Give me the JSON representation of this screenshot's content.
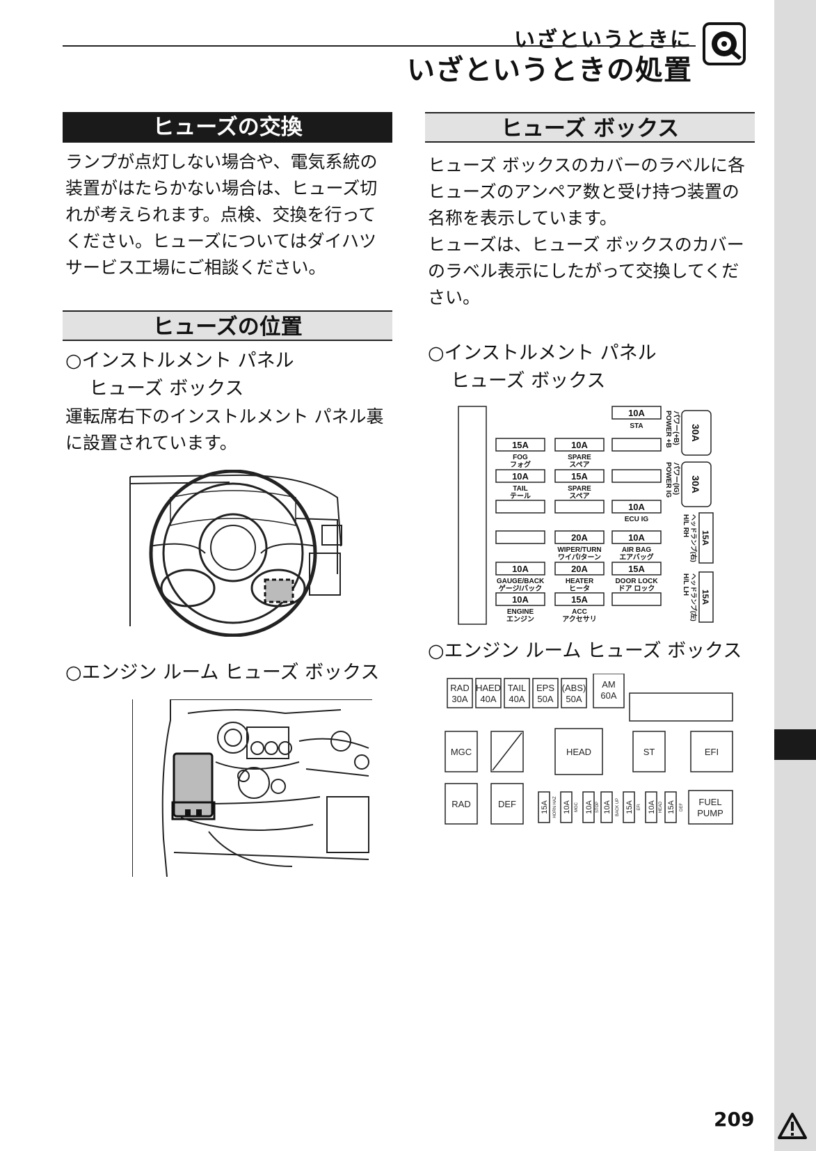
{
  "header": {
    "subtitle": "いざというときに",
    "title": "いざというときの処置"
  },
  "left": {
    "fuse_replace": {
      "heading": "ヒューズの交換",
      "lines": [
        "ランプが点灯しない場合や、電気系統の",
        "装置がはたらかない場合は、ヒューズ切",
        "れが考えられます。点検、交換を行って",
        "ください。ヒューズについてはダイハツ",
        "サービス工場にご相談ください。"
      ]
    },
    "fuse_location": {
      "heading": "ヒューズの位置",
      "panel_title_1": "○インストルメント パネル",
      "panel_title_2": "ヒューズ ボックス",
      "panel_lines": [
        "運転席右下のインストルメント パネル裏",
        "に設置されています。"
      ],
      "engine_title": "○エンジン ルーム ヒューズ ボックス"
    }
  },
  "right": {
    "fuse_box": {
      "heading": "ヒューズ ボックス",
      "lines": [
        "ヒューズ ボックスのカバーのラベルに各",
        "ヒューズのアンペア数と受け持つ装置の",
        "名称を表示しています。",
        "ヒューズは、ヒューズ ボックスのカバー",
        "のラベル表示にしたがって交換してくだ",
        "さい。"
      ],
      "panel_title_1": "○インストルメント パネル",
      "panel_title_2": "ヒューズ ボックス",
      "engine_title": "○エンジン ルーム ヒューズ ボックス"
    }
  },
  "panel_diagram": {
    "sta_amp": "10A",
    "sta_label": "STA",
    "fog_amp": "15A",
    "fog_label1": "FOG",
    "fog_label2": "フォグ",
    "spare1_amp": "10A",
    "spare1_label1": "SPARE",
    "spare1_label2": "スペア",
    "tail_amp": "10A",
    "tail_label1": "TAIL",
    "tail_label2": "テール",
    "spare2_amp": "15A",
    "spare2_label1": "SPARE",
    "spare2_label2": "スペア",
    "ecu_amp": "10A",
    "ecu_label": "ECU IG",
    "wiper_amp": "20A",
    "wiper_label1": "WIPER/TURN",
    "wiper_label2": "ワイパ/ターン",
    "airbag_amp": "10A",
    "airbag_label1": "AIR BAG",
    "airbag_label2": "エアバッグ",
    "gauge_amp": "10A",
    "gauge_label1": "GAUGE/BACK",
    "gauge_label2": "ゲージ/バック",
    "heater_amp": "20A",
    "heater_label1": "HEATER",
    "heater_label2": "ヒータ",
    "door_amp": "15A",
    "door_label1": "DOOR LOCK",
    "door_label2": "ドア ロック",
    "engine_amp": "10A",
    "engine_label1": "ENGINE",
    "engine_label2": "エンジン",
    "acc_amp": "15A",
    "acc_label1": "ACC",
    "acc_label2": "アクセサリ",
    "pwr_b_amp": "30A",
    "pwr_b_label1": "POWER +B",
    "pwr_b_label2": "パワー(+B)",
    "pwr_ig_amp": "30A",
    "pwr_ig_label1": "POWER IG",
    "pwr_ig_label2": "パワー(IG)",
    "hl_rh_amp": "15A",
    "hl_rh_label1": "H/L RH",
    "hl_rh_label2": "ヘッドランプ(右)",
    "hl_lh_amp": "15A",
    "hl_lh_label1": "H/L LH",
    "hl_lh_label2": "ヘッドランプ(左)"
  },
  "engine_diagram": {
    "top_fuses": [
      {
        "name": "RAD",
        "amp": "30A"
      },
      {
        "name": "HAED",
        "amp": "40A"
      },
      {
        "name": "TAIL",
        "amp": "40A"
      },
      {
        "name": "EPS",
        "amp": "50A"
      },
      {
        "name": "(ABS)",
        "amp": "50A"
      },
      {
        "name": "AM",
        "amp": "60A"
      }
    ],
    "relays": {
      "mgc": "MGC",
      "head": "HEAD",
      "st": "ST",
      "efi": "EFI",
      "rad": "RAD",
      "def": "DEF",
      "fuel1": "FUEL",
      "fuel2": "PUMP"
    },
    "mini": [
      {
        "amp": "15A",
        "label": "HORN HAZ"
      },
      {
        "amp": "10A",
        "label": "MGC"
      },
      {
        "amp": "10A",
        "label": "STOP"
      },
      {
        "amp": "10A",
        "label": "BACK UP"
      },
      {
        "amp": "15A",
        "label": "EFI"
      },
      {
        "amp": "10A",
        "label": "HEAD"
      },
      {
        "amp": "15A",
        "label": "DEF"
      }
    ]
  },
  "page_number": "209"
}
